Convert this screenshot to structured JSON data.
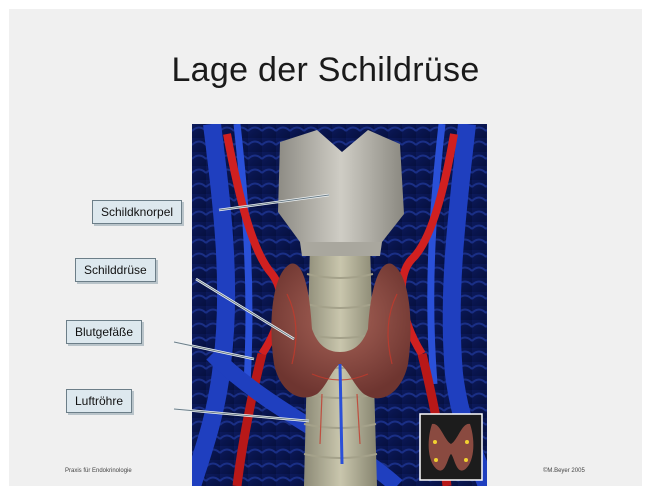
{
  "slide": {
    "title": "Lage der Schildrüse",
    "labels": {
      "thyroid_cartilage": "Schildknorpel",
      "thyroid_gland": "Schilddrüse",
      "blood_vessels": "Blutgefäße",
      "trachea": "Luftröhre"
    },
    "footer_left": "Praxis für Endokrinologie",
    "footer_right": "©M.Beyer 2005"
  },
  "colors": {
    "background": "#f0f0f0",
    "callout_fill": "#dde8ee",
    "vein_blue": "#1f3fbf",
    "artery_red": "#d02020",
    "gland": "#8a4a40",
    "cartilage": "#b8b6ad"
  }
}
